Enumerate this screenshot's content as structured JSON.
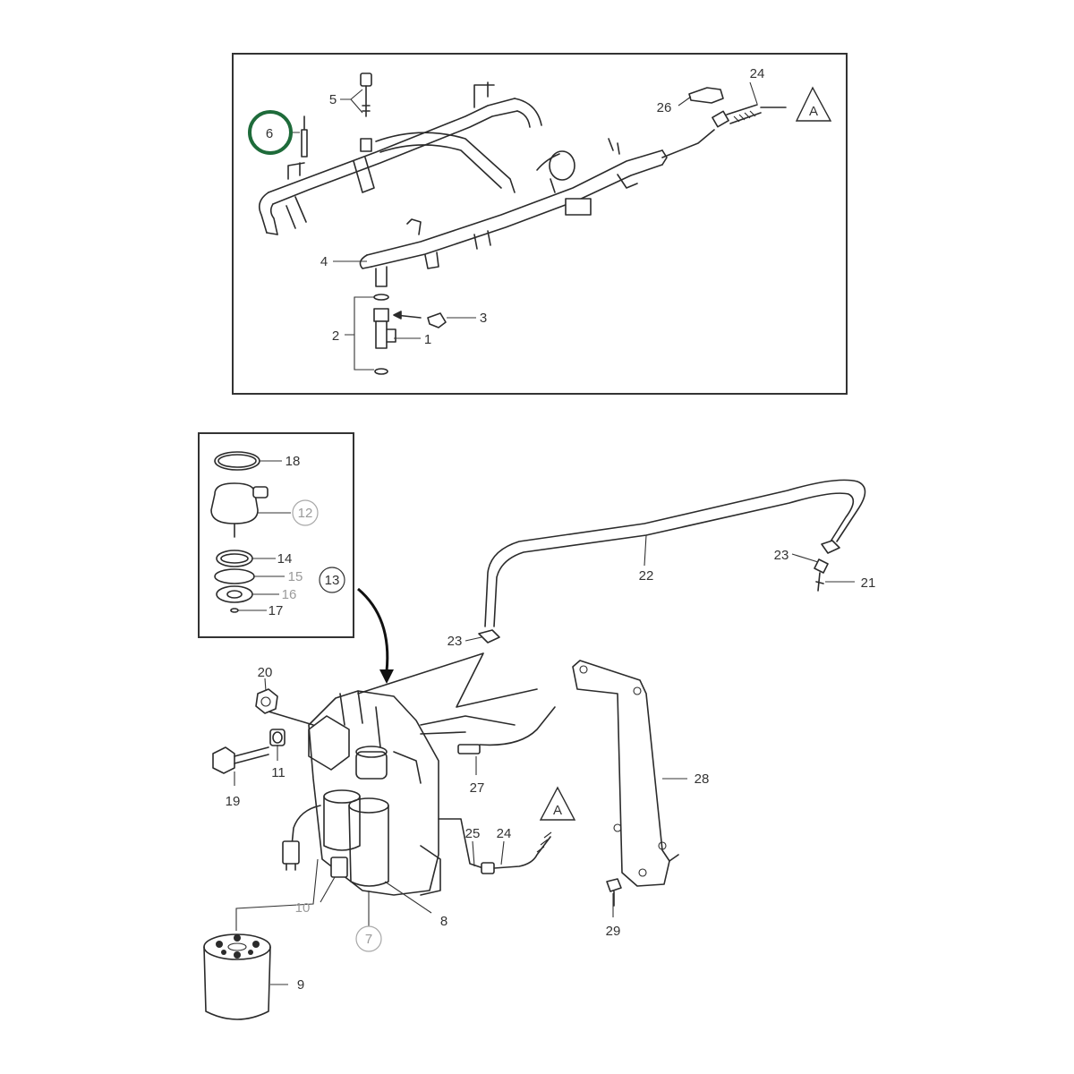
{
  "callouts": {
    "n1": "1",
    "n2": "2",
    "n3": "3",
    "n4": "4",
    "n5": "5",
    "n6": "6",
    "n7": "7",
    "n8": "8",
    "n9": "9",
    "n10": "10",
    "n11": "11",
    "n12": "12",
    "n13": "13",
    "n14": "14",
    "n15": "15",
    "n16": "16",
    "n17": "17",
    "n18": "18",
    "n19": "19",
    "n20": "20",
    "n21": "21",
    "n22": "22",
    "n23a": "23",
    "n23b": "23",
    "n24a": "24",
    "n24b": "24",
    "n25": "25",
    "n26": "26",
    "n27": "27",
    "n28": "28",
    "n29": "29"
  },
  "references": {
    "top": "A",
    "bottom": "A"
  },
  "highlight": {
    "part": "6",
    "color": "#1e6b3a"
  },
  "colors": {
    "line": "#2b2b2b",
    "faded": "#9a9a9a"
  }
}
